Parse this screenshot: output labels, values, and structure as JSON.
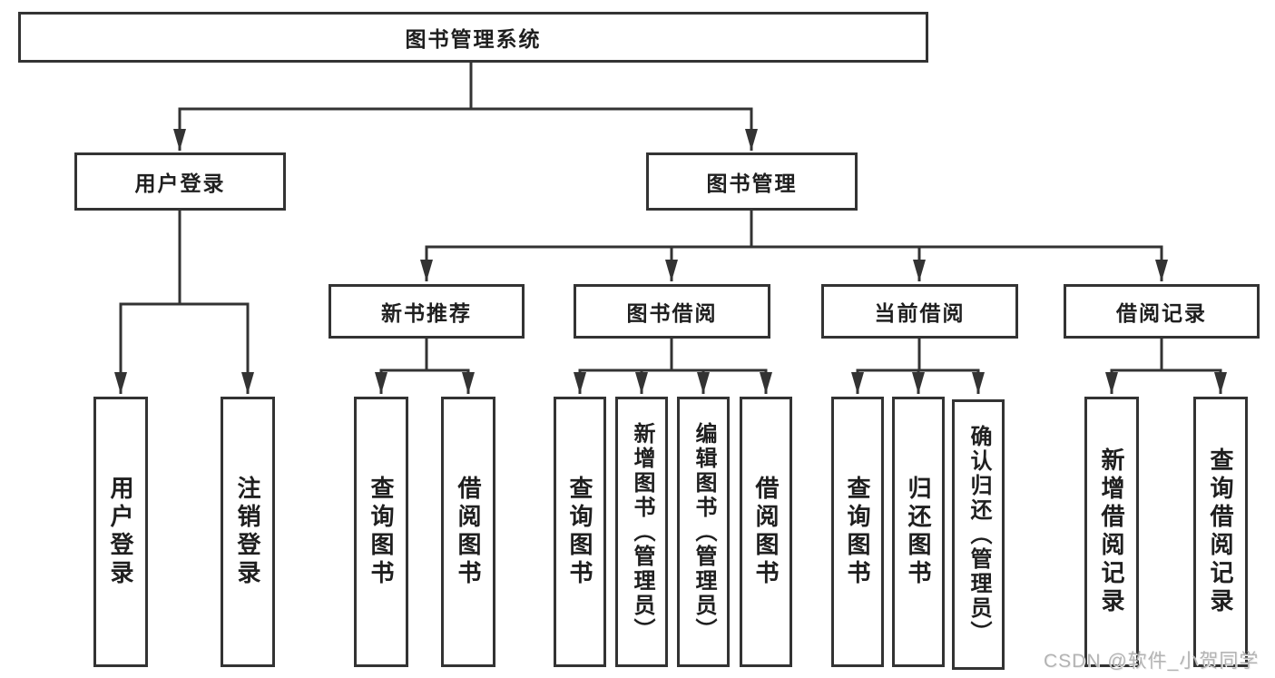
{
  "colors": {
    "background": "#ffffff",
    "line": "#333333",
    "text": "#1f1f1f",
    "watermark": "#b3b3b3"
  },
  "tree": {
    "root": "图书管理系统",
    "branches": [
      {
        "label": "用户登录",
        "children": [
          "用户登录",
          "注销登录"
        ]
      },
      {
        "label": "图书管理",
        "sections": [
          {
            "label": "新书推荐",
            "children": [
              "查询图书",
              "借阅图书"
            ]
          },
          {
            "label": "图书借阅",
            "children": [
              "查询图书",
              "新增图书（管理员）",
              "编辑图书（管理员）",
              "借阅图书"
            ]
          },
          {
            "label": "当前借阅",
            "children": [
              "查询图书",
              "归还图书",
              "确认归还（管理员）"
            ]
          },
          {
            "label": "借阅记录",
            "children": [
              "新增借阅记录",
              "查询借阅记录"
            ]
          }
        ]
      }
    ]
  },
  "watermark": "CSDN @软件_小贺同学"
}
